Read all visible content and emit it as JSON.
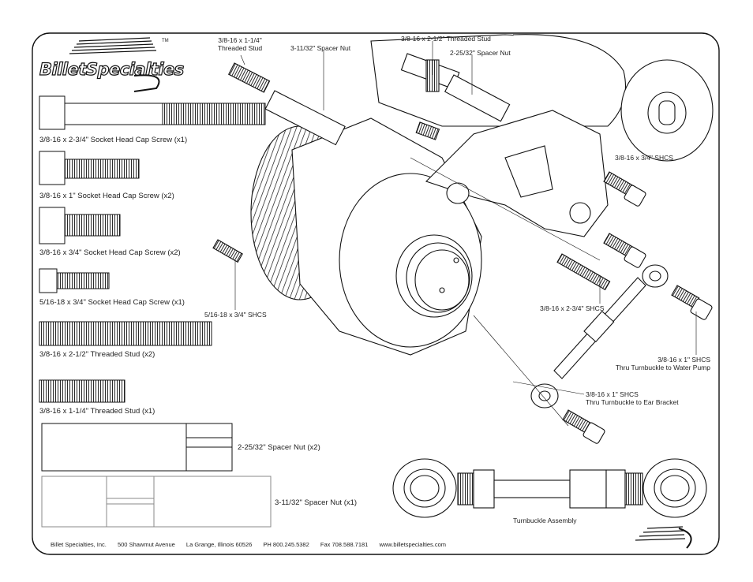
{
  "brand": {
    "name": "BilletSpecialties",
    "trademark": "TM"
  },
  "parts_list": [
    {
      "label": "3/8-16 x 2-3/4\" Socket Head Cap Screw (x1)"
    },
    {
      "label": "3/8-16 x 1\" Socket Head Cap Screw (x2)"
    },
    {
      "label": "3/8-16 x 3/4\" Socket Head Cap Screw (x2)"
    },
    {
      "label": "5/16-18 x 3/4\" Socket Head Cap Screw (x1)"
    },
    {
      "label": "3/8-16 x 2-1/2\" Threaded Stud (x2)"
    },
    {
      "label": "3/8-16 x 1-1/4\" Threaded Stud (x1)"
    },
    {
      "label": "2-25/32\" Spacer Nut (x2)"
    },
    {
      "label": "3-11/32\" Spacer Nut (x1)"
    }
  ],
  "callouts": {
    "stud_short_line1": "3/8-16 x 1-1/4\"",
    "stud_short_line2": "Threaded Stud",
    "spacer_long": "3-11/32\" Spacer Nut",
    "stud_long": "3/8-16 x 2-1/2\" Threaded Stud",
    "spacer_short": "2-25/32\" Spacer Nut",
    "shcs_34_upper": "3/8-16 x 3/4\" SHCS",
    "shcs_516": "5/16-18 x 3/4\" SHCS",
    "shcs_234": "3/8-16 x 2-3/4\" SHCS",
    "shcs_1_wp_line1": "3/8-16 x 1\" SHCS",
    "shcs_1_wp_line2": "Thru Turnbuckle to Water Pump",
    "shcs_1_ear_line1": "3/8-16 x 1\" SHCS",
    "shcs_1_ear_line2": "Thru Turnbuckle to Ear Bracket"
  },
  "turnbuckle": {
    "label": "Turnbuckle Assembly"
  },
  "footer": {
    "company": "Billet Specialties, Inc.",
    "street": "500 Shawmut Avenue",
    "city": "La Grange, Illinois 60526",
    "phone": "PH 800.245.5382",
    "fax": "Fax 708.588.7181",
    "web": "www.billetspecialties.com"
  }
}
